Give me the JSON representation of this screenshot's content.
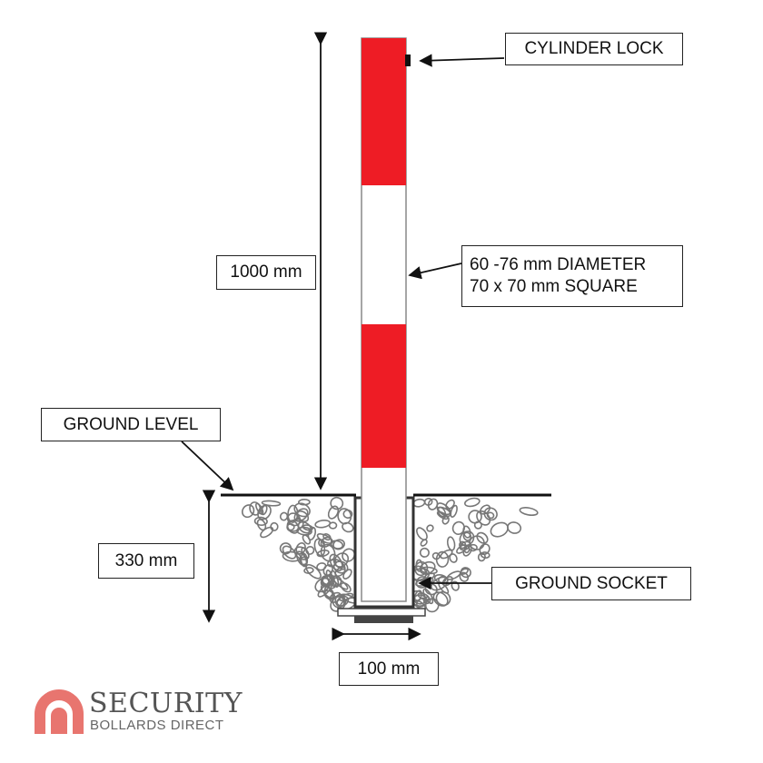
{
  "labels": {
    "cylinder_lock": "CYLINDER LOCK",
    "diameter_line1": "60 -76 mm DIAMETER",
    "diameter_line2": "70 x 70 mm SQUARE",
    "height": "1000 mm",
    "ground_level": "GROUND LEVEL",
    "depth": "330 mm",
    "ground_socket": "GROUND SOCKET",
    "width": "100 mm"
  },
  "logo": {
    "line1": "SECURITY",
    "line2": "BOLLARDS DIRECT"
  },
  "colors": {
    "red": "#ee1c25",
    "logo": "#e8756f"
  }
}
